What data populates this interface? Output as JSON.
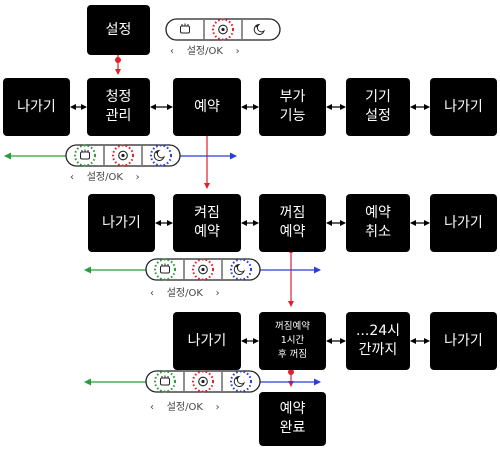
{
  "colors": {
    "box": "#000000",
    "text": "#ffffff",
    "red": "#e0202a",
    "green": "#2a9d3a",
    "blue": "#2b3fd6",
    "line": "#000000"
  },
  "nodes": {
    "setup": "설정",
    "clean_manage": "청정\n관리",
    "reserve": "예약",
    "addon": "부가\n기능",
    "device_setup": "기기\n설정",
    "exit_1": "나가기",
    "exit_2": "나가기",
    "on_reserve": "켜짐\n예약",
    "off_reserve": "꺼짐\n예약",
    "reserve_cancel": "예약\n취소",
    "exit_3": "나가기",
    "exit_4": "나가기",
    "off_reserve_1h": "꺼짐예약\n1시간\n후 꺼짐",
    "until_24h": "...24시\n간까지",
    "exit_5": "나가기",
    "exit_6": "나가기",
    "reserve_done": "예약\n완료"
  },
  "remotes": [
    {
      "label": "설정/OK",
      "left_arrow": "‹",
      "right_arrow": "›"
    },
    {
      "label": "설정/OK",
      "left_arrow": "‹",
      "right_arrow": "›"
    },
    {
      "label": "설정/OK",
      "left_arrow": "‹",
      "right_arrow": "›"
    },
    {
      "label": "설정/OK",
      "left_arrow": "‹",
      "right_arrow": "›"
    }
  ]
}
